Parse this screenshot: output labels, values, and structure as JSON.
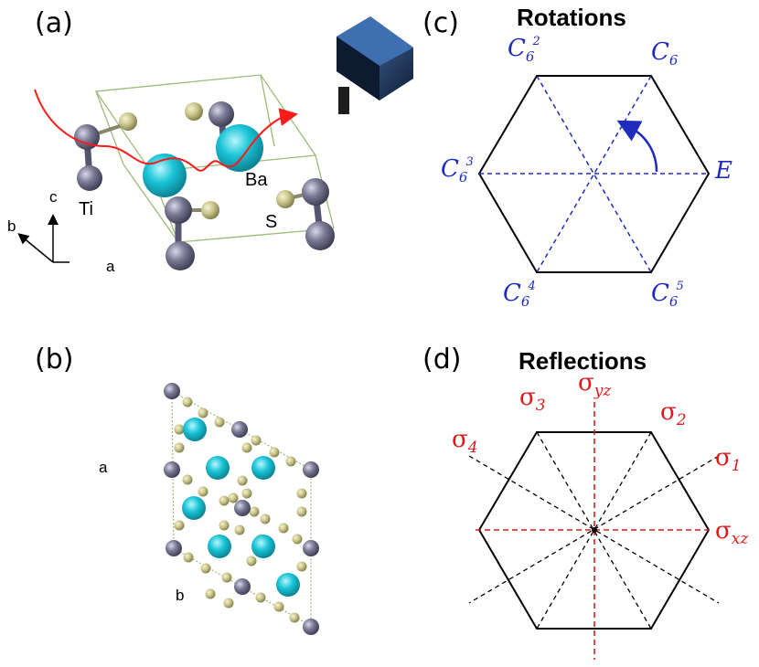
{
  "panels": {
    "a": {
      "label": "(a)",
      "atoms": {
        "ti": "Ti",
        "ba": "Ba",
        "s": "S"
      },
      "axes": {
        "c": "c",
        "b": "b",
        "a": "a"
      }
    },
    "b": {
      "label": "(b)",
      "axes": {
        "a": "a",
        "b": "b"
      }
    },
    "c": {
      "label": "(c)",
      "title": "Rotations",
      "symbols": {
        "c6": {
          "base": "C",
          "sub": "6",
          "sup": ""
        },
        "c62": {
          "base": "C",
          "sub": "6",
          "sup": "2"
        },
        "c63": {
          "base": "C",
          "sub": "6",
          "sup": "3"
        },
        "c64": {
          "base": "C",
          "sub": "6",
          "sup": "4"
        },
        "c65": {
          "base": "C",
          "sub": "6",
          "sup": "5"
        },
        "e": "E"
      }
    },
    "d": {
      "label": "(d)",
      "title": "Reflections",
      "symbols": {
        "s1": {
          "base": "σ",
          "sub": "1"
        },
        "s2": {
          "base": "σ",
          "sub": "2"
        },
        "s3": {
          "base": "σ",
          "sub": "3"
        },
        "s4": {
          "base": "σ",
          "sub": "4"
        },
        "syz": {
          "base": "σ",
          "sub": "yz"
        },
        "sxz": {
          "base": "σ",
          "sub": "xz"
        }
      }
    }
  },
  "colors": {
    "rotation": "#1f2bbf",
    "reflection": "#e01a1a",
    "ti_atom": "#6e6e88",
    "s_atom": "#c9c48a",
    "ba_atom": "#19c4d6",
    "cell_edge": "#9cba78",
    "path": "#ff1a1a",
    "tip_body": "#1e3a63"
  }
}
